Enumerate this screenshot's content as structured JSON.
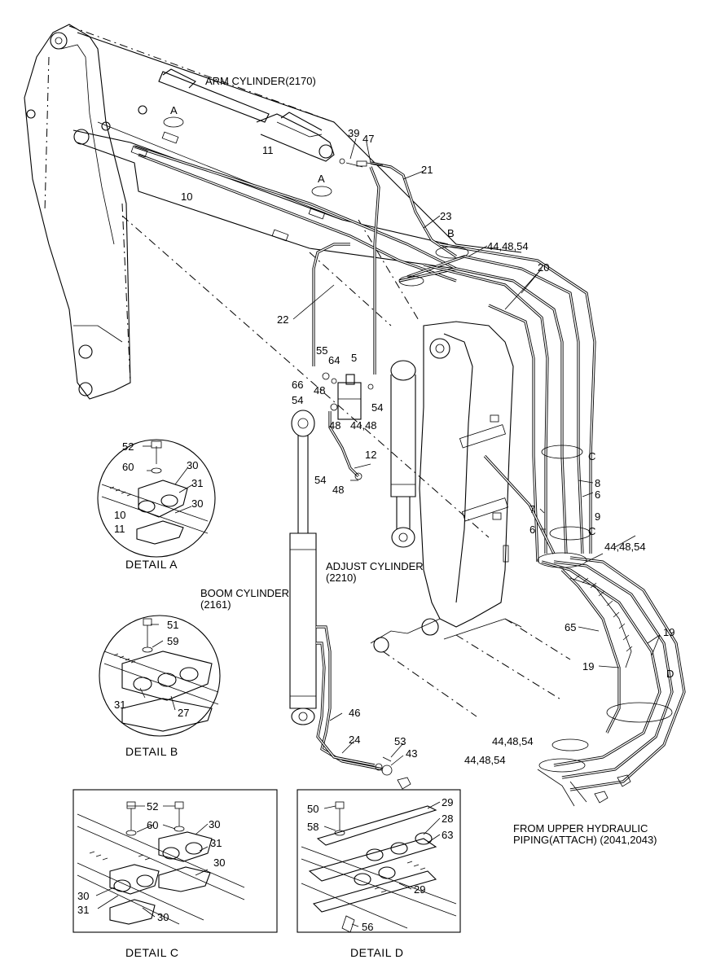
{
  "labels": {
    "arm_cylinder": "ARM CYLINDER(2170)",
    "boom_cylinder_1": "BOOM CYLINDER",
    "boom_cylinder_2": "(2161)",
    "adjust_cylinder_1": "ADJUST CYLINDER",
    "adjust_cylinder_2": "(2210)",
    "from_upper_1": "FROM UPPER HYDRAULIC",
    "from_upper_2": "PIPING(ATTACH) (2041,2043)"
  },
  "details": {
    "a": "DETAIL  A",
    "b": "DETAIL  B",
    "c": "DETAIL  C",
    "d": "DETAIL  D"
  },
  "section_letters": {
    "a": "A",
    "b": "B",
    "c": "C",
    "d": "D"
  },
  "parts": {
    "p39": "39",
    "p47": "47",
    "p21": "21",
    "p11": "11",
    "p10": "10",
    "p23": "23",
    "p44_48_54": "44,48,54",
    "p20": "20",
    "p22": "22",
    "p55": "55",
    "p64": "64",
    "p5": "5",
    "p66": "66",
    "p48": "48",
    "p54": "54",
    "p44_48": "44,48",
    "p12": "12",
    "p8": "8",
    "p6": "6",
    "p7": "7",
    "p9": "9",
    "p65": "65",
    "p19": "19",
    "p46": "46",
    "p24": "24",
    "p53": "53",
    "p43": "43",
    "p52": "52",
    "p60": "60",
    "p30": "30",
    "p31": "31",
    "p51": "51",
    "p59": "59",
    "p27": "27",
    "p50": "50",
    "p58": "58",
    "p29": "29",
    "p28": "28",
    "p63": "63",
    "p56": "56"
  }
}
